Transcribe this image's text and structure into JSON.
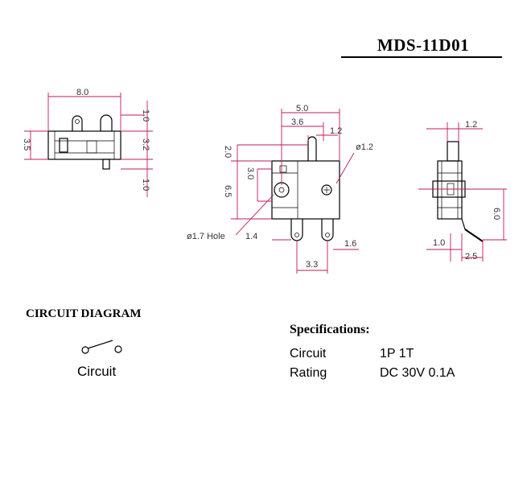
{
  "title": "MDS-11D01",
  "circuit_diagram": {
    "heading": "CIRCUIT DIAGRAM",
    "label": "Circuit"
  },
  "specifications": {
    "heading": "Specifications:",
    "rows": [
      {
        "name": "Circuit",
        "value": "1P 1T"
      },
      {
        "name": "Rating",
        "value": "DC 30V 0.1A"
      }
    ]
  },
  "dimensions": {
    "top_view": {
      "width": "8.0",
      "top": "1.0",
      "left": "3.5",
      "right": "3.2",
      "bottom": "1.0"
    },
    "front_view": {
      "width": "5.0",
      "offset": "3.6",
      "pin": "1.2",
      "hole": "ø1.2",
      "h1": "2.0",
      "h2": "3.0",
      "h3": "6.5",
      "mount_hole": "ø1.7 Hole",
      "pin_left": "1.4",
      "pin_w": "1.6",
      "pin_pitch": "3.3"
    },
    "side_view": {
      "top": "1.2",
      "height": "6.0",
      "left": "1.0",
      "bottom": "2.5"
    }
  }
}
